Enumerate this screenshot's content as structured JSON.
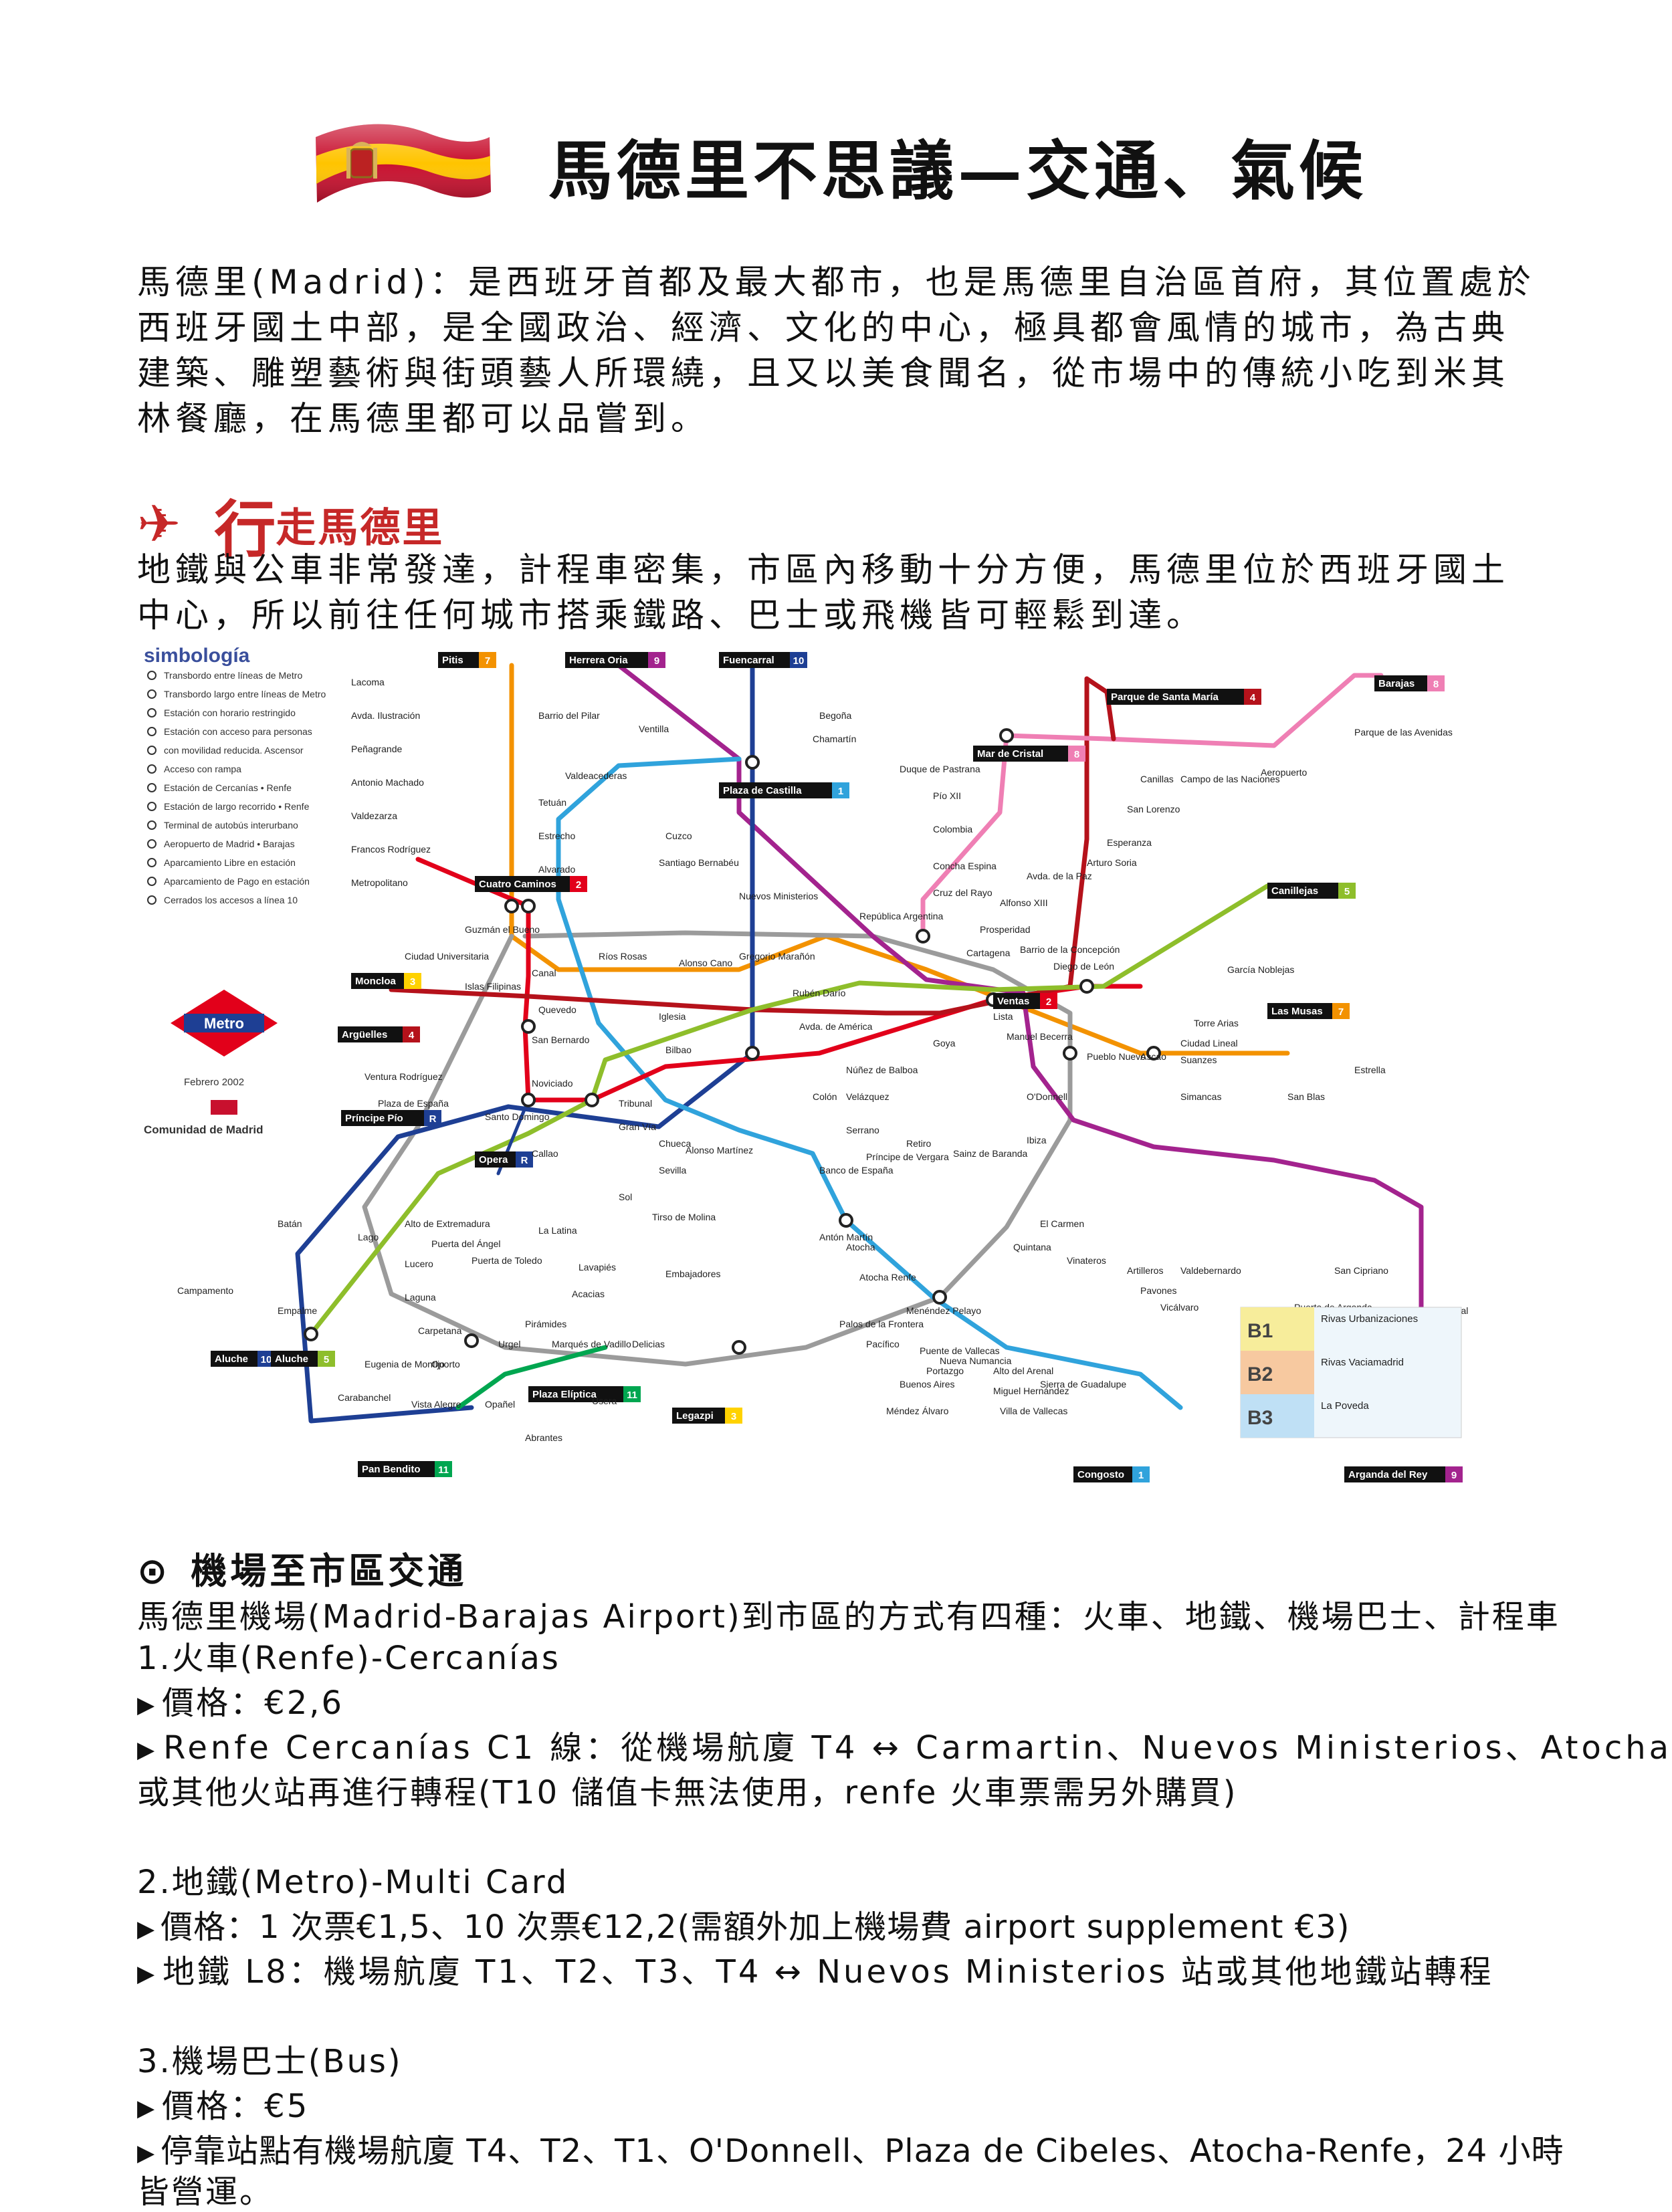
{
  "title": "馬德里不思議—交通、氣候",
  "intro": "馬德里(Madrid)：是西班牙首都及最大都市，也是馬德里自治區首府，其位置處於西班牙國土中部，是全國政治、經濟、文化的中心，極具都會風情的城市，為古典建築、雕塑藝術與街頭藝人所環繞，且又以美食聞名，從市場中的傳統小吃到米其林餐廳，在馬德里都可以品嘗到。",
  "section1": {
    "icon": "airplane-icon",
    "first_char": "行",
    "rest": "走馬德里"
  },
  "transport_text": "地鐵與公車非常發達，計程車密集，市區內移動十分方便，馬德里位於西班牙國土中心，所以前往任何城市搭乘鐵路、巴士或飛機皆可輕鬆到達。",
  "map": {
    "legend_title": "simbología",
    "legend_items": [
      "Transbordo entre líneas de Metro",
      "Transbordo largo entre líneas de Metro",
      "Estación con horario restringido",
      "Estación con acceso para personas",
      "con movilidad reducida. Ascensor",
      "Acceso con rampa",
      "Estación de Cercanías • Renfe",
      "Estación de largo recorrido • Renfe",
      "Terminal de autobús interurbano",
      "Aeropuerto de Madrid • Barajas",
      "Aparcamiento Libre en estación",
      "Aparcamiento de Pago en estación",
      "Cerrados los accesos a línea 10"
    ],
    "metro_logo": "Metro",
    "date": "Febrero 2002",
    "authority": "Comunidad de Madrid",
    "line_labels": [
      {
        "num": "7",
        "name": "Pitis",
        "color": "#f39200"
      },
      {
        "num": "9",
        "name": "Herrera Oria",
        "color": "#a3238e"
      },
      {
        "num": "10",
        "name": "Fuencarral",
        "color": "#1e3f94"
      },
      {
        "num": "4",
        "name": "Parque de Santa María",
        "color": "#b5121b"
      },
      {
        "num": "8",
        "name": "Barajas",
        "color": "#ef7fb4"
      },
      {
        "num": "8",
        "name": "Mar de Cristal",
        "color": "#ef7fb4"
      },
      {
        "num": "1",
        "name": "Plaza de Castilla",
        "color": "#30a3dc"
      },
      {
        "num": "2",
        "name": "Cuatro Caminos",
        "color": "#e2001a"
      },
      {
        "num": "5",
        "name": "Canillejas",
        "color": "#8ebe2b"
      },
      {
        "num": "3",
        "name": "Moncloa",
        "color": "#ffd200"
      },
      {
        "num": "4",
        "name": "Argüelles",
        "color": "#b5121b"
      },
      {
        "num": "2",
        "name": "Ventas",
        "color": "#e2001a"
      },
      {
        "num": "7",
        "name": "Las Musas",
        "color": "#f39200"
      },
      {
        "num": "R",
        "name": "Príncipe Pío",
        "color": "#1e3f94"
      },
      {
        "num": "R",
        "name": "Opera",
        "color": "#1e3f94"
      },
      {
        "num": "10",
        "name": "Aluche",
        "color": "#1e3f94"
      },
      {
        "num": "5",
        "name": "Aluche",
        "color": "#8ebe2b"
      },
      {
        "num": "11",
        "name": "Plaza Elíptica",
        "color": "#00a650"
      },
      {
        "num": "3",
        "name": "Legazpi",
        "color": "#ffd200"
      },
      {
        "num": "11",
        "name": "Pan Bendito",
        "color": "#00a650"
      },
      {
        "num": "1",
        "name": "Congosto",
        "color": "#30a3dc"
      },
      {
        "num": "9",
        "name": "Arganda del Rey",
        "color": "#a3238e"
      }
    ],
    "stations": [
      "Lacoma",
      "Avda. Ilustración",
      "Peñagrande",
      "Antonio Machado",
      "Valdezarza",
      "Francos Rodríguez",
      "Metropolitano",
      "Guzmán el Bueno",
      "Ciudad Universitaria",
      "Islas Filipinas",
      "Canal",
      "Quevedo",
      "San Bernardo",
      "Iglesia",
      "Bilbao",
      "Ventura Rodríguez",
      "Plaza de España",
      "Santo Domingo",
      "Noviciado",
      "Tribunal",
      "Gran Vía",
      "Chueca",
      "Alonso Martínez",
      "Lago",
      "Puerta del Ángel",
      "Callao",
      "Sol",
      "Sevilla",
      "Tirso de Molina",
      "Batán",
      "Alto de Extremadura",
      "Lucero",
      "Laguna",
      "La Latina",
      "Puerta de Toledo",
      "Lavapiés",
      "Embajadores",
      "Acacias",
      "Pirámides",
      "Marqués de Vadillo",
      "Delicias",
      "Campamento",
      "Empalme",
      "Carpetana",
      "Urgel",
      "Eugenia de Montijo",
      "Oporto",
      "Carabanchel",
      "Vista Alegre",
      "Opañel",
      "Usera",
      "Abrantes",
      "Barrio del Pilar",
      "Ventilla",
      "Valdeacederas",
      "Tetuán",
      "Estrecho",
      "Alvarado",
      "Cuzco",
      "Santiago Bernabéu",
      "Nuevos Ministerios",
      "Ríos Rosas",
      "Alonso Cano",
      "Gregorio Marañón",
      "Rubén Darío",
      "Avda. de América",
      "Núñez de Balboa",
      "Colón",
      "Velázquez",
      "Serrano",
      "Príncipe de Vergara",
      "Retiro",
      "Banco de España",
      "Antón Martín",
      "Atocha",
      "Atocha Renfe",
      "Menéndez Pelayo",
      "Palos de la Frontera",
      "Pacífico",
      "Puente de Vallecas",
      "Nueva Numancia",
      "Portazgo",
      "Buenos Aires",
      "Méndez Álvaro",
      "Alto del Arenal",
      "Miguel Hernández",
      "Sierra de Guadalupe",
      "Villa de Vallecas",
      "Begoña",
      "Chamartín",
      "Duque de Pastrana",
      "Pío XII",
      "Colombia",
      "Concha Espina",
      "Cruz del Rayo",
      "República Argentina",
      "Prosperidad",
      "Cartagena",
      "Alfonso XIII",
      "Avda. de la Paz",
      "Arturo Soria",
      "Esperanza",
      "San Lorenzo",
      "Canillas",
      "Campo de las Naciones",
      "Aeropuerto",
      "Parque de las Avenidas",
      "Barrio de la Concepción",
      "Diego de León",
      "Lista",
      "Goya",
      "Manuel Becerra",
      "O'Donnell",
      "Ibiza",
      "Sainz de Baranda",
      "El Carmen",
      "Quintana",
      "Pueblo Nuevo",
      "Ascao",
      "Ciudad Lineal",
      "Suanzes",
      "Torre Arias",
      "García Noblejas",
      "Simancas",
      "San Blas",
      "Estrella",
      "Vinateros",
      "Artilleros",
      "Pavones",
      "Valdebernardo",
      "Vicálvaro",
      "San Cipriano",
      "Puerta de Arganda",
      "Conde de Casal"
    ],
    "zones": [
      {
        "zone": "B1",
        "label": "Rivas Urbanizaciones",
        "color": "#f7ed9b"
      },
      {
        "zone": "B2",
        "label": "Rivas Vaciamadrid",
        "color": "#f7c9a0"
      },
      {
        "zone": "B3",
        "label": "La Poveda",
        "color": "#bfe0f5"
      }
    ],
    "line_colors": {
      "l1": "#30a3dc",
      "l2": "#e2001a",
      "l3": "#ffd200",
      "l4": "#b5121b",
      "l5": "#8ebe2b",
      "l6": "#9b9b9b",
      "l7": "#f39200",
      "l8": "#ef7fb4",
      "l9": "#a3238e",
      "l10": "#1e3f94",
      "l11": "#00a650",
      "r": "#1e3f94"
    }
  },
  "section2": {
    "icon": "target-icon",
    "title": "機場至市區交通"
  },
  "airport_lines": [
    "馬德里機場(Madrid-Barajas Airport)到市區的方式有四種：火車、地鐵、機場巴士、計程車",
    "1.火車(Renfe)-Cercanías",
    "價格：€2,6",
    "Renfe Cercanías C1 線：從機場航廈 T4 ↔ Carmartin、Nuevos Ministerios、Atocha",
    "或其他火站再進行轉程(T10 儲值卡無法使用，renfe 火車票需另外購買)",
    "2.地鐵(Metro)-Multi Card",
    "價格：1 次票€1,5、10 次票€12,2(需額外加上機場費 airport supplement €3)",
    "地鐵 L8：機場航廈 T1、T2、T3、T4 ↔ Nuevos Ministerios 站或其他地鐵站轉程",
    "3.機場巴士(Bus)",
    "價格：€5",
    "停靠站點有機場航廈 T4、T2、T1、O'Donnell、Plaza de Cibeles、Atocha-Renfe，24 小時",
    "皆營運。"
  ],
  "flag_colors": {
    "red": "#c8102e",
    "yellow": "#ffc400"
  }
}
